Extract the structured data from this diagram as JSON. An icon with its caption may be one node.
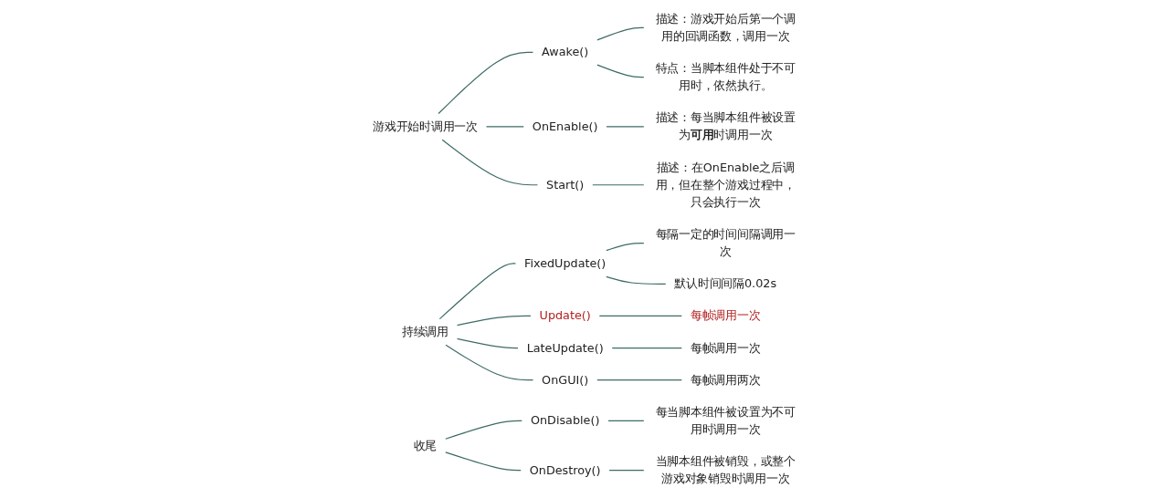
{
  "diagram": {
    "nodes": [
      {
        "text": [
          "游戏开始时调用一次"
        ]
      },
      {
        "text": [
          "Awake()"
        ]
      },
      {
        "text": [
          "描述：游戏开始后第一个调用的回调函数，调用一次"
        ]
      },
      {
        "text": [
          "特点：当脚本组件处于不可用时，依然执行。"
        ]
      },
      {
        "text": [
          "OnEnable()"
        ]
      },
      {
        "text": [
          "描述：每当脚本组件被设置为**可用**时调用一次"
        ]
      },
      {
        "text": [
          "Start()"
        ]
      },
      {
        "text": [
          "描述：在OnEnable之后调用，但在整个游戏过程中，只会执行一次"
        ]
      },
      {
        "text": [
          "持续调用"
        ]
      },
      {
        "text": [
          "FixedUpdate()"
        ]
      },
      {
        "text": [
          "每隔一定的时间间隔调用一次"
        ]
      },
      {
        "text": [
          "默认时间间隔0.02s"
        ]
      },
      {
        "text": [
          "Update()"
        ]
      },
      {
        "text": [
          "每帧调用一次"
        ]
      },
      {
        "text": [
          "LateUpdate()"
        ]
      },
      {
        "text": [
          "每帧调用一次"
        ]
      },
      {
        "text": [
          "OnGUI()"
        ]
      },
      {
        "text": [
          "每帧调用两次"
        ]
      },
      {
        "text": [
          "收尾"
        ]
      },
      {
        "text": [
          "OnDisable()"
        ]
      },
      {
        "text": [
          "每当脚本组件被设置为不可用时调用一次"
        ]
      },
      {
        "text": [
          "OnDestroy()"
        ]
      },
      {
        "text": [
          "当脚本组件被销毁，或整个游戏对象销毁时调用一次"
        ]
      }
    ],
    "edges": [
      {
        "from": 0,
        "to": 1,
        "arrow": "none"
      },
      {
        "from": 1,
        "to": 2,
        "arrow": "none"
      },
      {
        "from": 1,
        "to": 3,
        "arrow": "none"
      },
      {
        "from": 0,
        "to": 4,
        "arrow": "none"
      },
      {
        "from": 4,
        "to": 5,
        "arrow": "none"
      },
      {
        "from": 0,
        "to": 6,
        "arrow": "none"
      },
      {
        "from": 6,
        "to": 7,
        "arrow": "none"
      },
      {
        "from": 8,
        "to": 9,
        "arrow": "none"
      },
      {
        "from": 9,
        "to": 10,
        "arrow": "none"
      },
      {
        "from": 9,
        "to": 11,
        "arrow": "none"
      },
      {
        "from": 8,
        "to": 12,
        "arrow": "none"
      },
      {
        "from": 12,
        "to": 13,
        "arrow": "none"
      },
      {
        "from": 8,
        "to": 14,
        "arrow": "none"
      },
      {
        "from": 14,
        "to": 15,
        "arrow": "none"
      },
      {
        "from": 8,
        "to": 16,
        "arrow": "none"
      },
      {
        "from": 16,
        "to": 17,
        "arrow": "none"
      },
      {
        "from": 18,
        "to": 19,
        "arrow": "none"
      },
      {
        "from": 19,
        "to": 20,
        "arrow": "none"
      },
      {
        "from": 18,
        "to": 21,
        "arrow": "none"
      },
      {
        "from": 21,
        "to": 22,
        "arrow": "none"
      }
    ]
  }
}
